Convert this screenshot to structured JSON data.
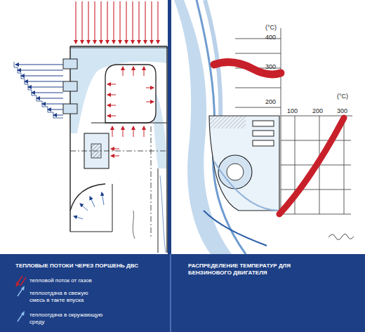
{
  "diagram": {
    "labels": [
      "(°C)",
      "400",
      "300",
      "200",
      "(°C)",
      "100",
      "200",
      "300",
      "ТЕПЛОВЫЕ ПОТОКИ ЧЕРЕЗ ПОРШЕНЬ ДВС",
      "РАСПРЕДЕЛЕНИЕ ТЕМПЕРАТУР ДЛЯ БЕНЗИНОВОГО ДВИГАТЕЛЯ"
    ],
    "legend": [
      {
        "text": "тепловой поток от газов"
      },
      {
        "text": "теплоотдача в свежую смесь в такте впуска"
      },
      {
        "text": "теплоотдача в окружающую среду"
      }
    ]
  }
}
